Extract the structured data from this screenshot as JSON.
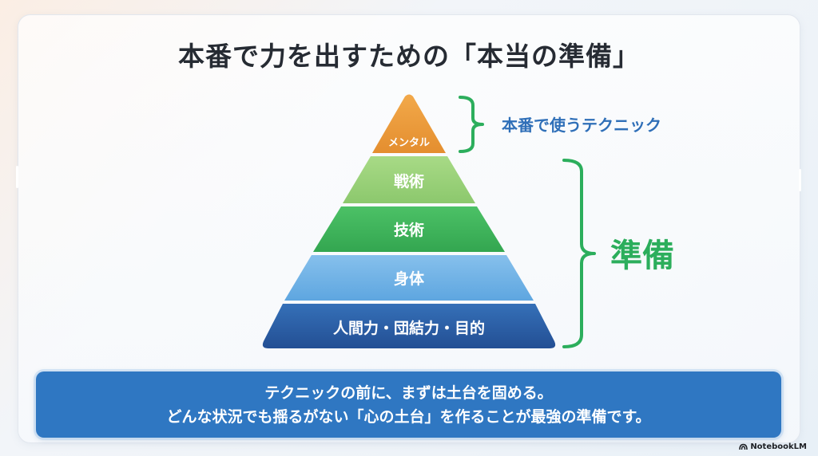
{
  "title": "本番で力を出すための「本当の準備」",
  "pyramid": {
    "layers": [
      {
        "label": "メンタル",
        "color": "#e99a3b"
      },
      {
        "label": "戦術",
        "color": "#9dd37c"
      },
      {
        "label": "技術",
        "color": "#3fb65b"
      },
      {
        "label": "身体",
        "color": "#6fb2e6"
      },
      {
        "label": "人間力・団結力・目的",
        "color": "#2a5fa8"
      }
    ]
  },
  "brackets": {
    "technique_label": "本番で使うテクニック",
    "preparation_label": "準備",
    "technique_color": "#2cae5c",
    "preparation_color": "#2cae5c"
  },
  "banner": {
    "line1": "テクニックの前に、まずは土台を固める。",
    "line2": "どんな状況でも揺るがない「心の土台」を作ることが最強の準備です。"
  },
  "brand": {
    "name": "NotebookLM"
  }
}
